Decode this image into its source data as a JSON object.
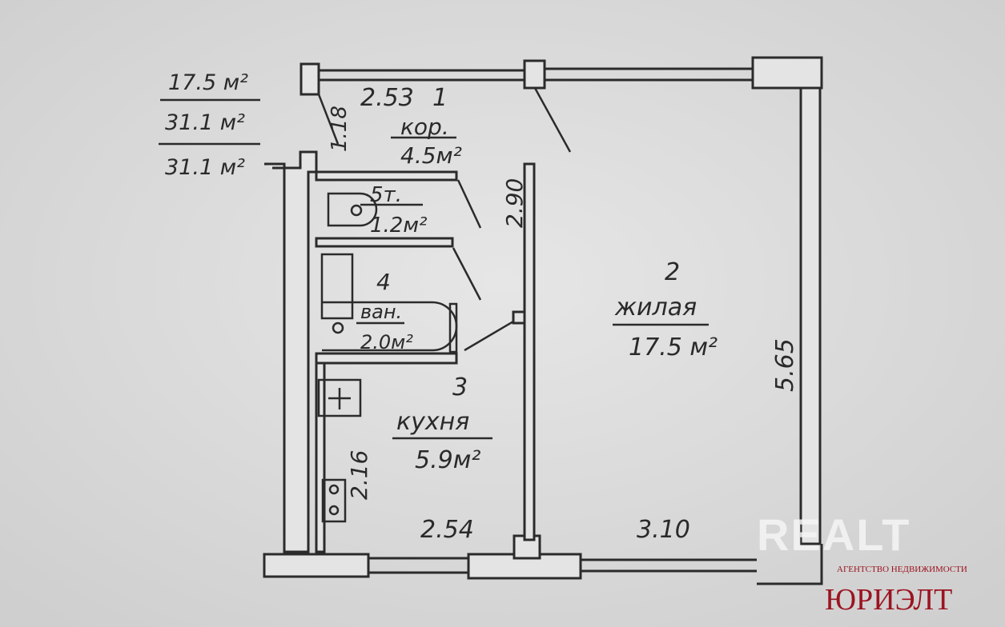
{
  "summary": {
    "living_area": "17.5 м²",
    "total_area": "31.1 м²",
    "total_area_2": "31.1 м²"
  },
  "rooms": [
    {
      "number": "1",
      "name": "кор.",
      "area": "4.5м²"
    },
    {
      "number": "2",
      "name": "жилая",
      "area": "17.5 м²"
    },
    {
      "number": "3",
      "name": "кухня",
      "area": "5.9м²"
    },
    {
      "number": "4",
      "name": "ван.",
      "area": "2.0м²"
    },
    {
      "number": "",
      "name": "5т.",
      "area": "1.2м²"
    }
  ],
  "dimensions": {
    "corridor_length": "2.53",
    "corridor_width": "1.18",
    "partition": "2.90",
    "room_depth": "5.65",
    "kitchen_width": "2.54",
    "kitchen_depth": "2.16",
    "room_width": "3.10"
  },
  "watermark": {
    "brand": "REALT",
    "tagline": "АГЕНТСТВО НЕДВИЖИМОСТИ",
    "agency": "ЮРИЭЛТ",
    "agency_color": "#9b1420"
  }
}
